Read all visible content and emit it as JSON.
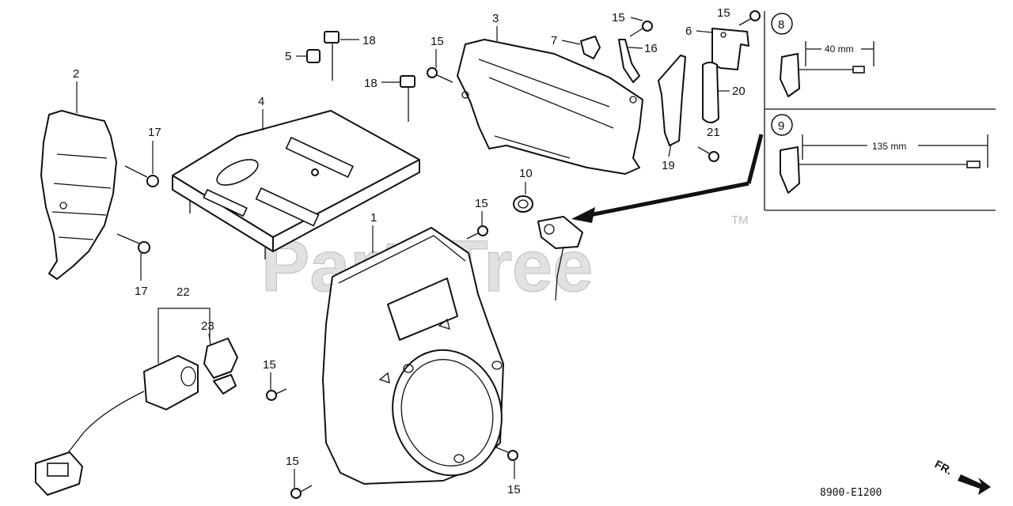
{
  "watermark": {
    "text": "PartsTree",
    "trademark": "TM"
  },
  "callouts": {
    "c1": "1",
    "c2": "2",
    "c3": "3",
    "c4": "4",
    "c5": "5",
    "c6": "6",
    "c7": "7",
    "c8": "8",
    "c9": "9",
    "c10": "10",
    "c15a": "15",
    "c15b": "15",
    "c15c": "15",
    "c15d": "15",
    "c15e": "15",
    "c15f": "15",
    "c15g": "15",
    "c16": "16",
    "c17a": "17",
    "c17b": "17",
    "c18a": "18",
    "c18b": "18",
    "c19": "19",
    "c20": "20",
    "c21": "21",
    "c22": "22",
    "c23": "23"
  },
  "inset_8": {
    "label": "8",
    "dimension": "40 mm"
  },
  "inset_9": {
    "label": "9",
    "dimension": "135 mm"
  },
  "direction_label": "FR.",
  "diagram_code": "8900-E1200"
}
